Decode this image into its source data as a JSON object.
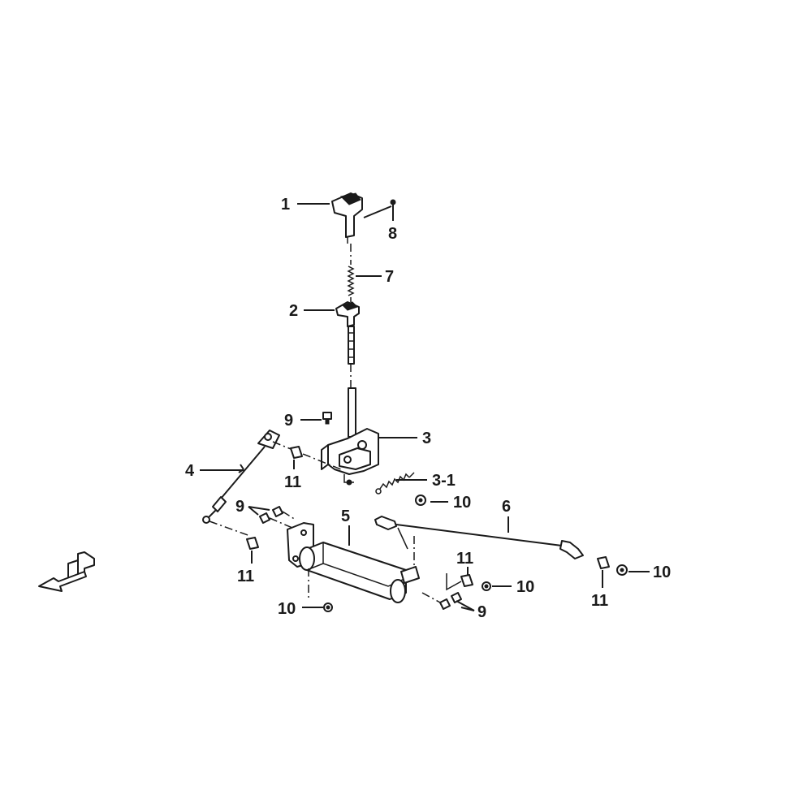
{
  "callouts": {
    "c1": "1",
    "c2": "2",
    "c3": "3",
    "c3_1": "3-1",
    "c4": "4",
    "c5": "5",
    "c6": "6",
    "c7": "7",
    "c8": "8",
    "c9a": "9",
    "c9b": "9",
    "c9c": "9",
    "c10a": "10",
    "c10b": "10",
    "c10c": "10",
    "c10d": "10",
    "c11a": "11",
    "c11b": "11",
    "c11c": "11",
    "c11d": "11"
  },
  "colors": {
    "ink": "#1a1a1a",
    "background": "#ffffff"
  },
  "icons": {
    "front_direction": "front-arrow-icon"
  }
}
